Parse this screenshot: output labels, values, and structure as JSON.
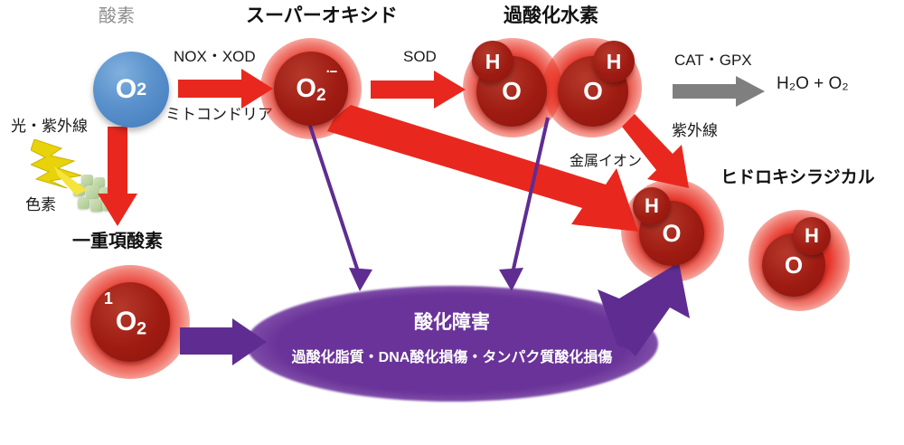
{
  "diagram": {
    "title_species": {
      "oxygen": "酸素",
      "superoxide": "スーパーオキシド",
      "hydrogen_peroxide": "過酸化水素",
      "hydroxyl_radical": "ヒドロキシラジカル",
      "singlet_oxygen": "一重項酸素"
    },
    "molecules": {
      "oxygen_formula": "O",
      "oxygen_sub": "2",
      "superoxide_formula": "O",
      "superoxide_sub": "2",
      "superoxide_charge": "·−",
      "singlet_sup": "1",
      "singlet_formula": "O",
      "singlet_sub": "2",
      "atom_h": "H",
      "atom_o": "O"
    },
    "reaction_labels": {
      "nox_xod": "NOX・XOD",
      "mitochondria": "ミトコンドリア",
      "sod": "SOD",
      "cat_gpx": "CAT・GPX",
      "uv_light": "光・紫外線",
      "pigment": "色素",
      "uv": "紫外線",
      "metal_ion": "金属イオン"
    },
    "products": {
      "water_oxygen": "H₂O + O₂"
    },
    "damage": {
      "title": "酸化障害",
      "detail": "過酸化脂質・DNA酸化損傷・タンパク質酸化損傷"
    },
    "colors": {
      "red_arrow": "#e8281e",
      "gray_arrow": "#7f7f7f",
      "purple_arrow": "#5f2d91",
      "blue_molecule": "#4f86c6",
      "red_molecule": "#9e1b12",
      "glow_red": "#e61e14",
      "pigment_green": "#bcd4a2",
      "bolt_yellow": "#e8d20a",
      "damage_purple": "#6a3399",
      "gray_text": "#8d8d8d"
    }
  }
}
